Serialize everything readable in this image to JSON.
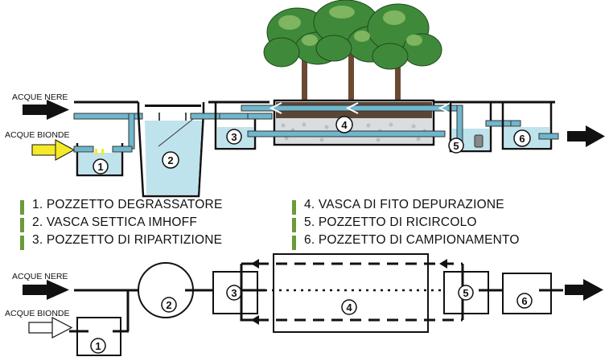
{
  "top_diagram": {
    "inlet_black": "ACQUE NERE",
    "inlet_grey": "ACQUE BIONDE",
    "numbers": [
      "1",
      "2",
      "3",
      "4",
      "5",
      "6"
    ]
  },
  "legend": {
    "items": [
      "1. POZZETTO DEGRASSATORE",
      "2. VASCA SETTICA IMHOFF",
      "3. POZZETTO DI RIPARTIZIONE",
      "4. VASCA DI FITO DEPURAZIONE",
      "5. POZZETTO DI RICIRCOLO",
      "6. POZZETTO DI CAMPIONAMENTO"
    ]
  },
  "bottom_diagram": {
    "inlet_black": "ACQUE NERE",
    "inlet_grey": "ACQUE BIONDE",
    "numbers": [
      "1",
      "2",
      "3",
      "4",
      "5",
      "6"
    ]
  },
  "colors": {
    "water": "#bfe3ec",
    "water_deep": "#8fd0df",
    "pipe": "#6fb7cc",
    "soil": "#5a4636",
    "gravel": "#d9dde0",
    "tree_green": "#3f8a3a",
    "tree_light": "#7fb560",
    "trunk": "#6b4a33",
    "yellow_arrow": "#f4ea2a",
    "legend_bar": "#6a9a3a"
  }
}
